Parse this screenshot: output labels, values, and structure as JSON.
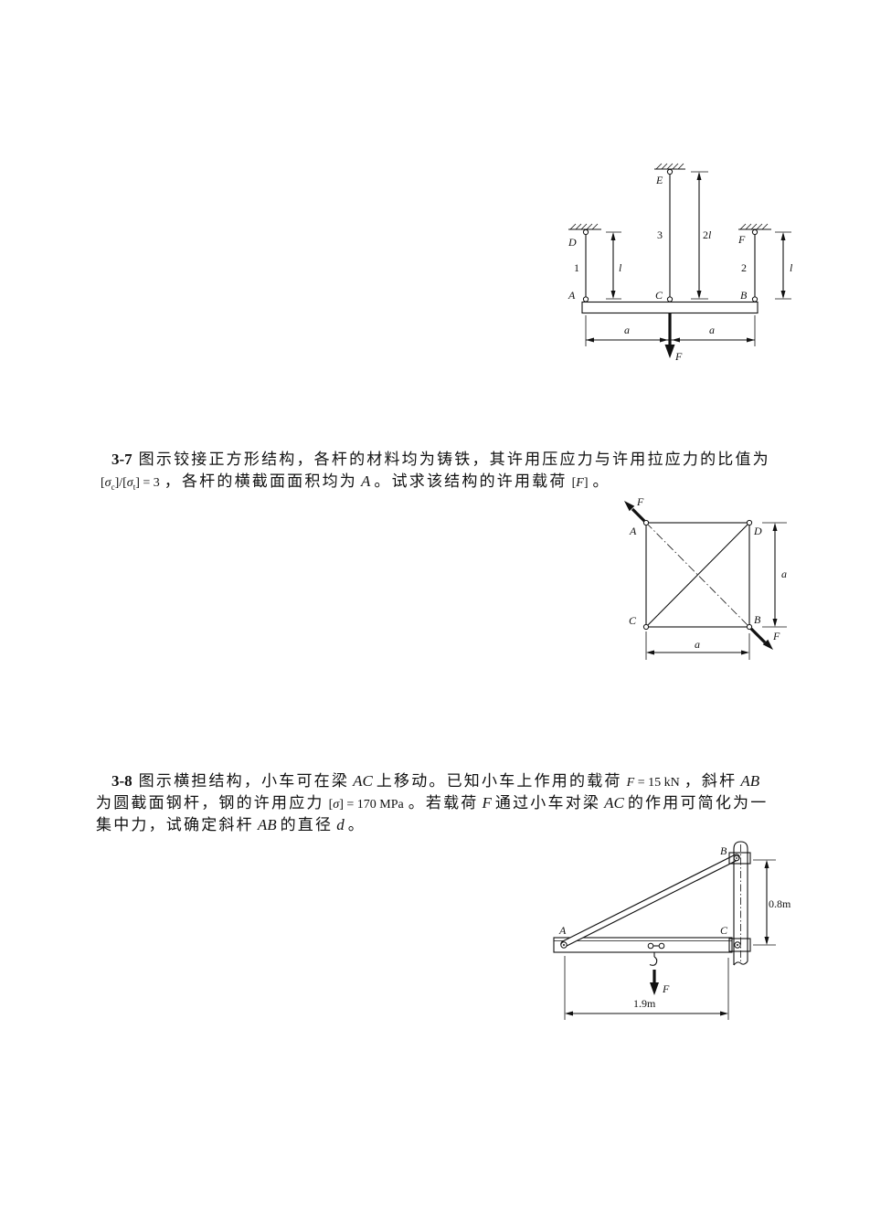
{
  "figure_beam": {
    "label_E": "E",
    "label_D": "D",
    "label_F_support": "F",
    "rod_3": "3",
    "dim_2l_coef": "2",
    "dim_2l_var": "l",
    "rod_1": "1",
    "dim_l_left": "l",
    "rod_2": "2",
    "dim_l_right": "l",
    "label_A": "A",
    "label_C": "C",
    "label_B": "B",
    "dim_a_left": "a",
    "dim_a_right": "a",
    "load_F": "F"
  },
  "problem_3_7": {
    "number": "3-7",
    "line1": "图示铰接正方形结构，各杆的材料均为铸铁，其许用压应力与许用拉应力的比值为",
    "ratio": {
      "open": "[",
      "sigma_c": "σ",
      "sub_c": "c",
      "middle": "]/[",
      "sigma_t": "σ",
      "sub_t": "t",
      "close": "] = 3"
    },
    "text_a": "，各杆的横截面面积均为",
    "area": "A",
    "text_b": "。试求该结构的许用载荷",
    "load": {
      "open": "[",
      "symbol": "F",
      "close": "]"
    },
    "text_c": "。"
  },
  "figure_square": {
    "label_F_top": "F",
    "label_A": "A",
    "label_D": "D",
    "dim_a_vertical": "a",
    "label_C": "C",
    "label_B": "B",
    "label_F_bottom": "F",
    "dim_a_horizontal": "a"
  },
  "problem_3_8": {
    "number": "3-8",
    "line1": {
      "t1": "图示横担结构，小车可在梁",
      "beam": "AC",
      "t2": "上移动。已知小车上作用的载荷",
      "load_symbol": "F",
      "load_value": "= 15 kN",
      "t3": "，斜杆",
      "rod": "AB"
    },
    "line2": {
      "t1": "为圆截面钢杆，钢的许用应力",
      "open": "[",
      "sigma": "σ",
      "stress_value": "] = 170 MPa",
      "t2": "。若载荷",
      "load_symbol": "F",
      "t3": "通过小车对梁",
      "beam": "AC",
      "t4": "的作用可简化为一"
    },
    "line3": {
      "t1": "集中力，试确定斜杆",
      "rod": "AB",
      "t2": "的直径",
      "diameter": "d",
      "t3": "。"
    }
  },
  "figure_bracket": {
    "label_B": "B",
    "label_A": "A",
    "label_C": "C",
    "dim_height": "0.8m",
    "load_F": "F",
    "dim_length": "1.9m"
  }
}
